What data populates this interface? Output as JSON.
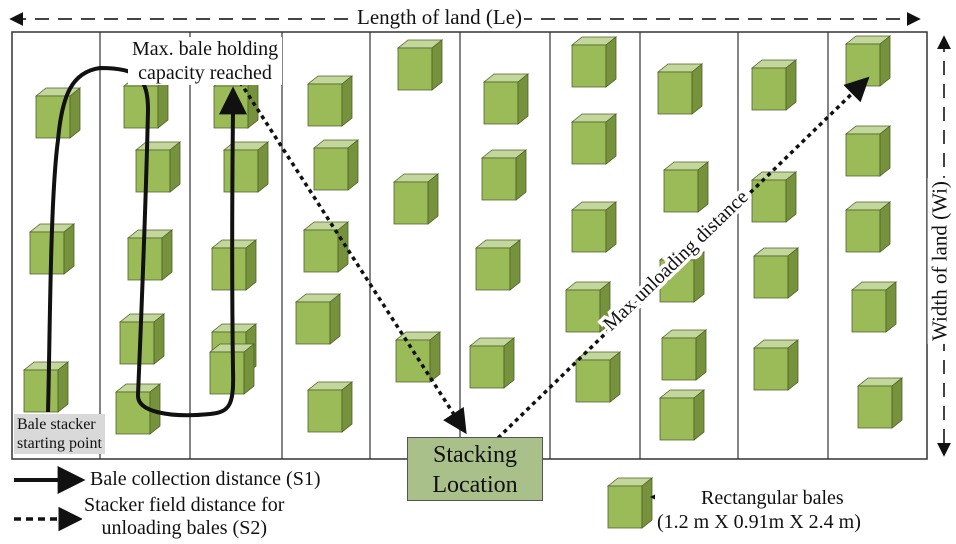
{
  "diagram": {
    "title": "Length of land (Le)",
    "width_label": "Width of land (Wi)",
    "max_capacity_label": [
      "Max. bale holding",
      "capacity reached"
    ],
    "starting_point_label": [
      "Bale stacker",
      "starting point"
    ],
    "stacking_label": [
      "Stacking",
      "Location"
    ],
    "max_unloading_label": "Max unloading distance",
    "legend": {
      "solid_arrow": "Bale collection distance (S1)",
      "dashed_arrow": [
        "Stacker field distance for",
        "unloading bales (S2)"
      ],
      "bale_label": "Rectangular bales",
      "bale_dims": "(1.2 m X 0.91m X 2.4 m)"
    },
    "colors": {
      "bale_top": "#c3d69b",
      "bale_front": "#9bbb59",
      "bale_side": "#76923c",
      "stacking_box": "#a9c08a"
    }
  }
}
